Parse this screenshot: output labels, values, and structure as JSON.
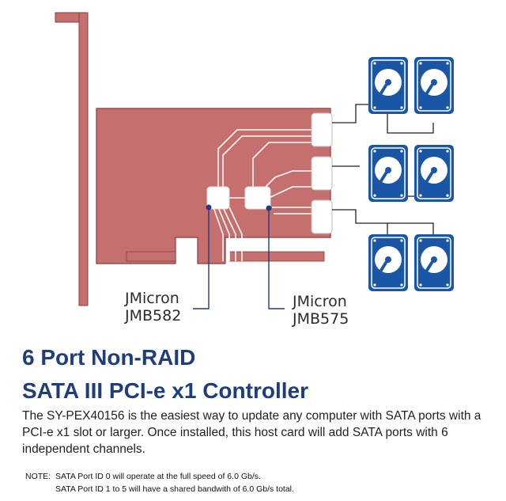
{
  "chips": [
    {
      "vendor": "JMicron",
      "model": "JMB582"
    },
    {
      "vendor": "JMicron",
      "model": "JMB575"
    }
  ],
  "title_line1": "6 Port Non-RAID",
  "title_line2": "SATA III PCI-e x1 Controller",
  "description": "The SY-PEX40156 is the easiest way to update any computer with SATA ports with a PCI-e x1 slot or larger. Once installed, this host card will add SATA ports with 6 independent channels.",
  "note": {
    "label": "NOTE:",
    "line1": "SATA Port ID 0 will operate at the full speed of 6.0 Gb/s.",
    "line2": "SATA Port ID 1 to 5 will have a shared bandwith of 6.0 Gb/s total."
  },
  "colors": {
    "board": "#c56f6f",
    "bracket": "#c56f6f",
    "drive": "#1a56a6",
    "title": "#1f3d7a",
    "trace": "#ffffff",
    "pin_line": "#1f3d7a"
  },
  "drive_count": 6,
  "port_count": 3
}
